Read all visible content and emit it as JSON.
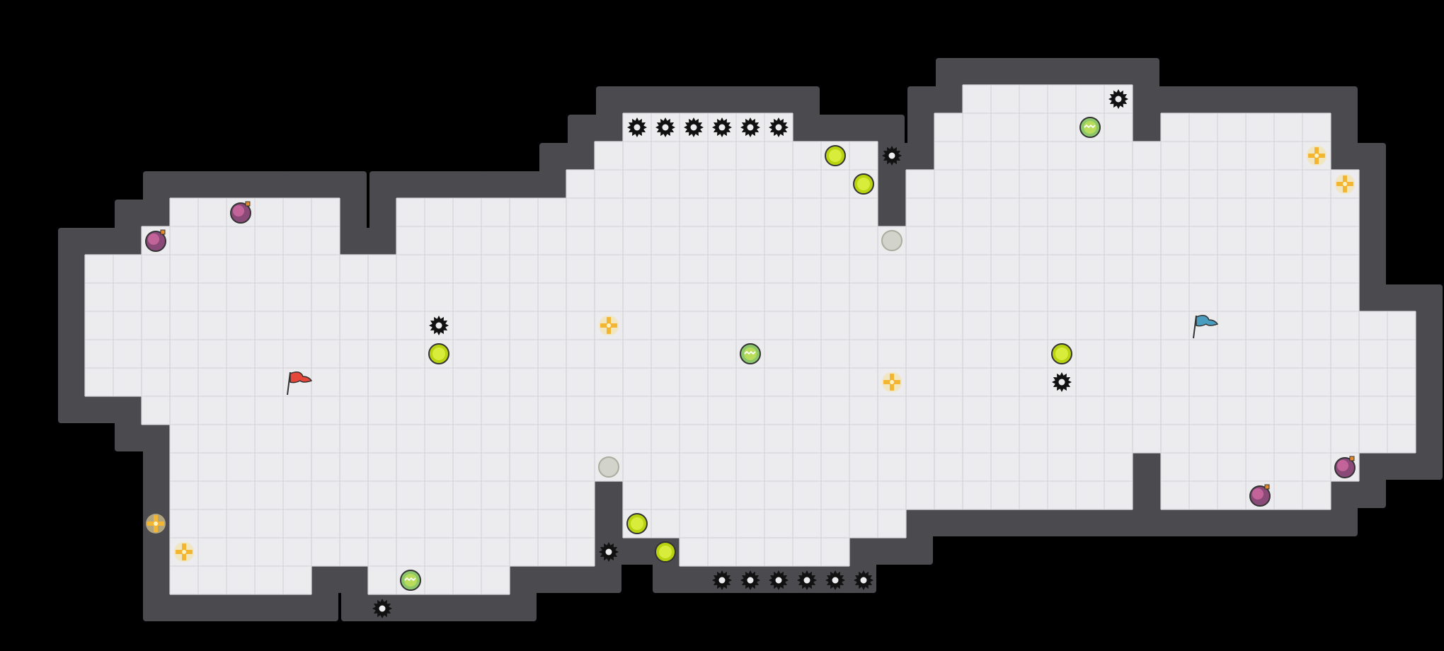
{
  "game": {
    "background_color": "#000000",
    "wall_color": "#4a4a4f",
    "floor_color": "#ececee",
    "grid_color": "#d6d6da",
    "board_rows": 22,
    "board_cols": 49
  },
  "floor_regions": [
    {
      "col": 2,
      "row": 8,
      "w": 2,
      "h": 5
    },
    {
      "col": 4,
      "row": 7,
      "w": 1,
      "h": 7
    },
    {
      "col": 5,
      "row": 6,
      "w": 5,
      "h": 14
    },
    {
      "col": 10,
      "row": 6,
      "w": 1,
      "h": 13
    },
    {
      "col": 11,
      "row": 8,
      "w": 1,
      "h": 11
    },
    {
      "col": 12,
      "row": 8,
      "w": 1,
      "h": 12
    },
    {
      "col": 13,
      "row": 6,
      "w": 4,
      "h": 14
    },
    {
      "col": 17,
      "row": 6,
      "w": 2,
      "h": 13
    },
    {
      "col": 19,
      "row": 5,
      "w": 1,
      "h": 14
    },
    {
      "col": 20,
      "row": 4,
      "w": 1,
      "h": 12
    },
    {
      "col": 21,
      "row": 3,
      "w": 6,
      "h": 15
    },
    {
      "col": 23,
      "row": 18,
      "w": 6,
      "h": 1
    },
    {
      "col": 27,
      "row": 4,
      "w": 3,
      "h": 14
    },
    {
      "col": 30,
      "row": 7,
      "w": 1,
      "h": 11
    },
    {
      "col": 31,
      "row": 5,
      "w": 1,
      "h": 12
    },
    {
      "col": 32,
      "row": 3,
      "w": 1,
      "h": 14
    },
    {
      "col": 33,
      "row": 2,
      "w": 6,
      "h": 15
    },
    {
      "col": 39,
      "row": 4,
      "w": 1,
      "h": 11
    },
    {
      "col": 40,
      "row": 3,
      "w": 6,
      "h": 14
    },
    {
      "col": 46,
      "row": 5,
      "w": 1,
      "h": 11
    },
    {
      "col": 47,
      "row": 10,
      "w": 2,
      "h": 5
    }
  ],
  "entities": [
    {
      "type": "goal-flag",
      "team": "red",
      "color": "#e5473a",
      "col": 9,
      "row": 12
    },
    {
      "type": "goal-flag",
      "team": "blue",
      "color": "#4a9dbf",
      "col": 41,
      "row": 10
    },
    {
      "type": "bomb",
      "col": 7,
      "row": 6
    },
    {
      "type": "bomb",
      "col": 4,
      "row": 7
    },
    {
      "type": "bomb",
      "col": 46,
      "row": 15
    },
    {
      "type": "bomb",
      "col": 43,
      "row": 16
    },
    {
      "type": "spike",
      "col": 14,
      "row": 10
    },
    {
      "type": "spike",
      "col": 12,
      "row": 20
    },
    {
      "type": "spike",
      "col": 20,
      "row": 18
    },
    {
      "type": "spike",
      "col": 21,
      "row": 3
    },
    {
      "type": "spike",
      "col": 22,
      "row": 3
    },
    {
      "type": "spike",
      "col": 23,
      "row": 3
    },
    {
      "type": "spike",
      "col": 24,
      "row": 3
    },
    {
      "type": "spike",
      "col": 25,
      "row": 3
    },
    {
      "type": "spike",
      "col": 26,
      "row": 3
    },
    {
      "type": "spike",
      "col": 30,
      "row": 4
    },
    {
      "type": "spike",
      "col": 38,
      "row": 2
    },
    {
      "type": "spike",
      "col": 36,
      "row": 12
    },
    {
      "type": "spike",
      "col": 24,
      "row": 19
    },
    {
      "type": "spike",
      "col": 25,
      "row": 19
    },
    {
      "type": "spike",
      "col": 26,
      "row": 19
    },
    {
      "type": "spike",
      "col": 27,
      "row": 19
    },
    {
      "type": "spike",
      "col": 28,
      "row": 19
    },
    {
      "type": "spike",
      "col": 29,
      "row": 19
    },
    {
      "type": "boost",
      "col": 14,
      "row": 11
    },
    {
      "type": "boost",
      "col": 28,
      "row": 4
    },
    {
      "type": "boost",
      "col": 29,
      "row": 5
    },
    {
      "type": "boost",
      "col": 36,
      "row": 11
    },
    {
      "type": "boost",
      "col": 21,
      "row": 17
    },
    {
      "type": "boost",
      "col": 22,
      "row": 18
    },
    {
      "type": "team-boost",
      "col": 25,
      "row": 11
    },
    {
      "type": "team-boost",
      "col": 37,
      "row": 3
    },
    {
      "type": "team-boost",
      "col": 13,
      "row": 19
    },
    {
      "type": "powerup",
      "col": 20,
      "row": 10
    },
    {
      "type": "powerup",
      "col": 30,
      "row": 12
    },
    {
      "type": "powerup",
      "col": 45,
      "row": 4
    },
    {
      "type": "powerup",
      "col": 46,
      "row": 5
    },
    {
      "type": "powerup",
      "col": 4,
      "row": 17
    },
    {
      "type": "powerup",
      "col": 5,
      "row": 18
    },
    {
      "type": "button",
      "col": 30,
      "row": 7
    },
    {
      "type": "button",
      "col": 20,
      "row": 15
    }
  ]
}
